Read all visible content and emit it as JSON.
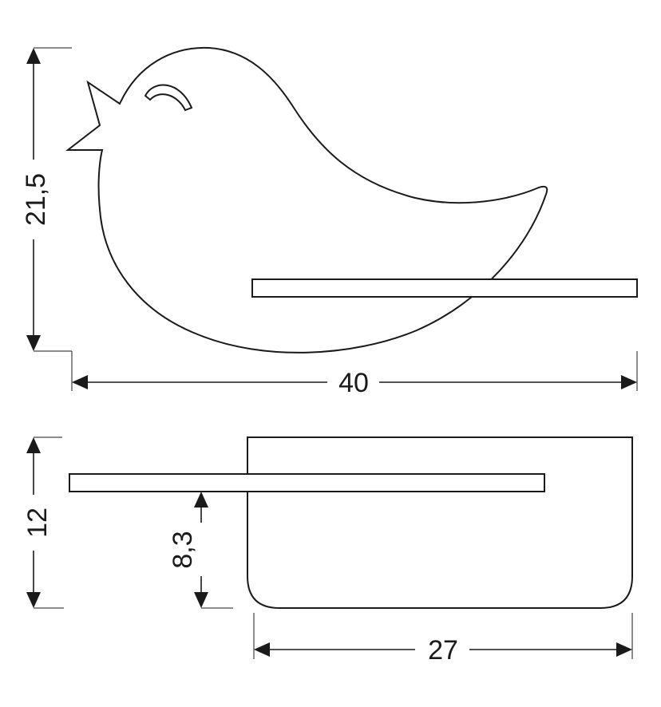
{
  "dimensions": {
    "height_top": "21,5",
    "width_top": "40",
    "height_bottom": "12",
    "shelf_height": "8,3",
    "depth_bottom": "27"
  },
  "colors": {
    "line": "#1a1a1a",
    "background": "#ffffff"
  }
}
